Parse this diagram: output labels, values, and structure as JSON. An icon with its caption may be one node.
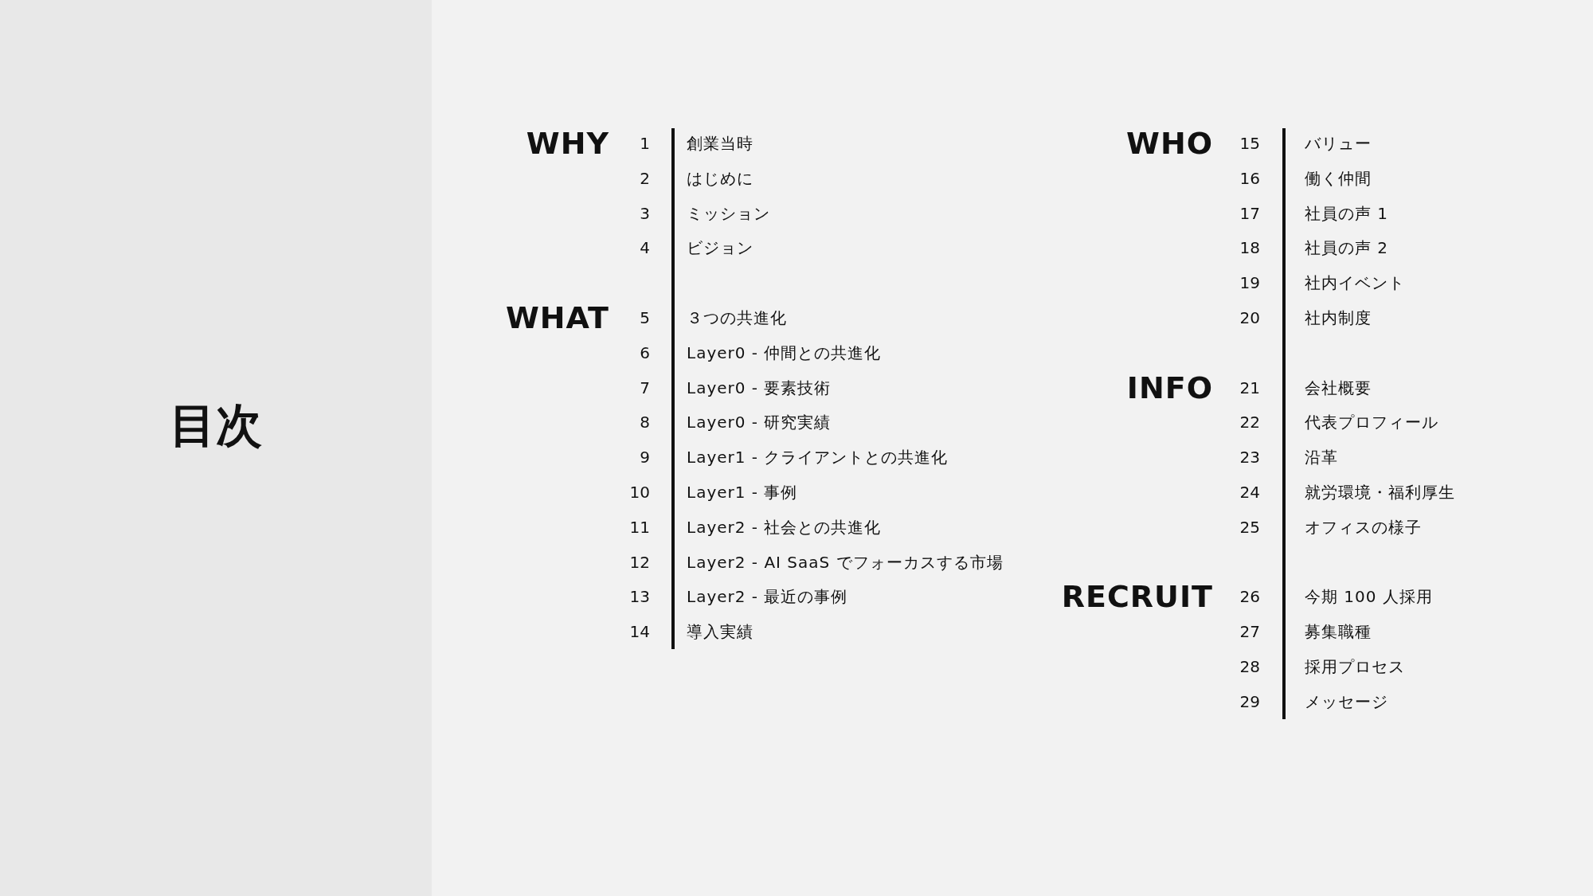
{
  "diagram": {
    "title": "目次",
    "labels": [
      "WHY",
      "1",
      "創業当時",
      "2",
      "はじめに",
      "3",
      "ミッション",
      "4",
      "ビジョン",
      "WHAT",
      "5",
      "３つの共進化",
      "6",
      "Layer0 - 仲間との共進化",
      "7",
      "Layer0 - 要素技術",
      "8",
      "Layer0 - 研究実績",
      "9",
      "Layer1 - クライアントとの共進化",
      "10",
      "Layer1 - 事例",
      "11",
      "Layer2 - 社会との共進化",
      "12",
      "Layer2  - AI SaaS でフォーカスする市場",
      "13",
      "Layer2 - 最近の事例",
      "14",
      "導入実績",
      "WHO",
      "15",
      "バリュー",
      "16",
      "働く仲間",
      "17",
      "社員の声 1",
      "18",
      "社員の声 2",
      "19",
      "社内イベント",
      "20",
      "社内制度",
      "INFO",
      "21",
      "会社概要",
      "22",
      "代表プロフィール",
      "23",
      "沿革",
      "24",
      "就労環境・福利厚生",
      "25",
      "オフィスの様子",
      "RECRUIT",
      "26",
      "今期 100 人採用",
      "27",
      "募集職種",
      "28",
      "採用プロセス",
      "29",
      "メッセージ"
    ]
  }
}
